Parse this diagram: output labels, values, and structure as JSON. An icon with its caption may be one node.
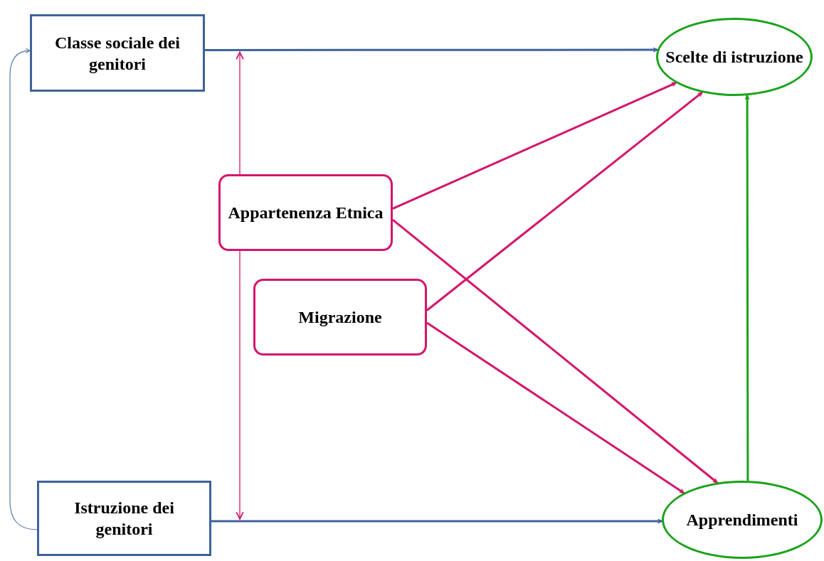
{
  "diagram": {
    "nodes": [
      {
        "text": [
          "Classe sociale dei genitori"
        ]
      },
      {
        "text": [
          "Scelte di istruzione"
        ]
      },
      {
        "text": [
          "Appartenenza Etnica"
        ]
      },
      {
        "text": [
          "Migrazione"
        ]
      },
      {
        "text": [
          "Istruzione dei genitori"
        ]
      },
      {
        "text": [
          "Apprendimenti"
        ]
      }
    ],
    "edges": [
      {
        "from": 0,
        "to": 1,
        "arrow": "to",
        "color": "#3e6399"
      },
      {
        "from": 2,
        "to": 1,
        "arrow": "to"
      },
      {
        "from": 2,
        "to": 5,
        "arrow": "to"
      },
      {
        "from": 3,
        "to": 1,
        "arrow": "to"
      },
      {
        "from": 3,
        "to": 5,
        "arrow": "to"
      },
      {
        "from": 4,
        "to": 5,
        "arrow": "to",
        "color": "#3e6399"
      },
      {
        "from": 5,
        "to": 1,
        "arrow": "to",
        "color": "#19a319"
      },
      {
        "from": 4,
        "to": 0,
        "arrow": "to",
        "color": "#6a86b0"
      }
    ]
  }
}
